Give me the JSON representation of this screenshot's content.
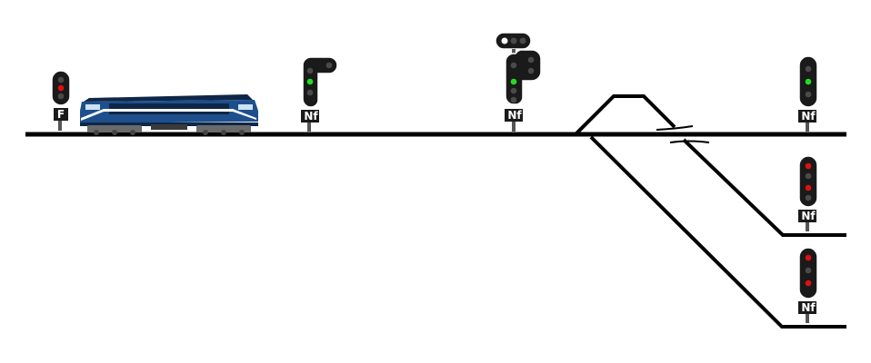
{
  "diagram": {
    "colors": {
      "track": "#000000",
      "signal_body": "#1a1a1a",
      "signal_outline": "#ffffff",
      "lamp_off": "#4a4a4a",
      "lamp_red": "#e01010",
      "lamp_green": "#22dd22",
      "lamp_white": "#ffffff",
      "post": "#555555",
      "loco_blue": "#1e4f8c",
      "loco_dark": "#0e2748",
      "loco_stripe": "#ffffff",
      "bogie": "#6a6a6a"
    },
    "locomotive": {
      "name": "locomotive"
    },
    "signals": [
      {
        "id": "signal-1",
        "plate": "F",
        "lamps": [
          "off",
          "red",
          "off"
        ],
        "branch": false,
        "indicator": false
      },
      {
        "id": "signal-2",
        "plate": "Nf",
        "lamps": [
          "off",
          "green",
          "off"
        ],
        "branch": true,
        "indicator": false
      },
      {
        "id": "signal-3",
        "plate": "Nf",
        "lamps": [
          "off",
          "green",
          "off",
          "off"
        ],
        "branch": true,
        "indicator": true,
        "indicator_lamps": [
          "white",
          "off",
          "off"
        ]
      },
      {
        "id": "signal-4",
        "plate": "Nf",
        "lamps": [
          "off",
          "green",
          "off"
        ],
        "branch": false,
        "indicator": false
      },
      {
        "id": "signal-5",
        "plate": "Nf",
        "lamps": [
          "red",
          "off",
          "red",
          "off"
        ],
        "branch": false,
        "indicator": false
      },
      {
        "id": "signal-6",
        "plate": "Nf",
        "lamps": [
          "red",
          "off",
          "red"
        ],
        "branch": false,
        "indicator": false
      }
    ]
  }
}
